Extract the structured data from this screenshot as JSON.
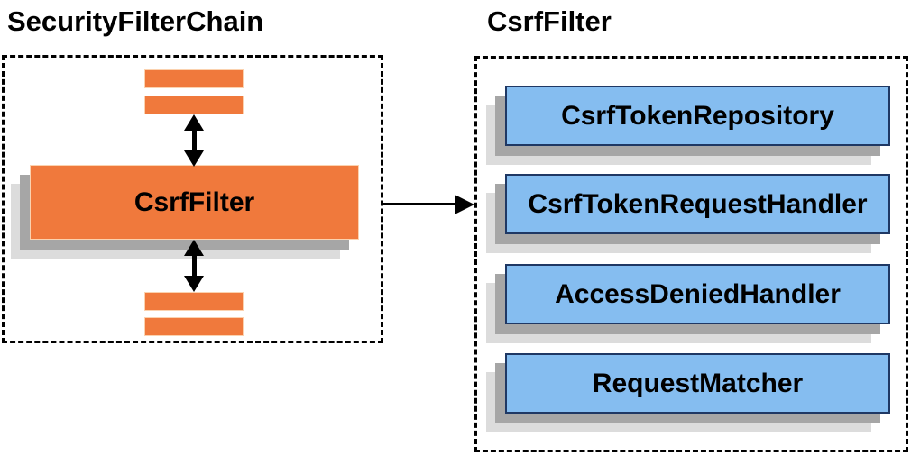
{
  "left": {
    "title": "SecurityFilterChain",
    "filter_label": "CsrfFilter"
  },
  "right": {
    "title": "CsrfFilter",
    "components": [
      "CsrfTokenRepository",
      "CsrfTokenRequestHandler",
      "AccessDeniedHandler",
      "RequestMatcher"
    ]
  },
  "icons": {
    "vertical_double_arrow": "↕",
    "right_arrow": "→"
  },
  "colors": {
    "orange_fill": "#F0793C",
    "orange_border": "#FBD2AF",
    "blue_fill": "#85BDF0",
    "blue_border": "#1F3864",
    "shadow_near": "#A6A6A6",
    "shadow_far": "#DCDCDC",
    "line": "#000000",
    "background": "#FFFFFF"
  }
}
